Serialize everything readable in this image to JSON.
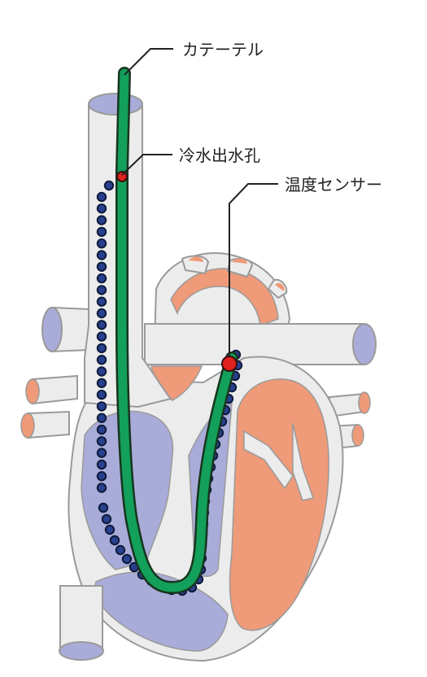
{
  "labels": {
    "catheter": "カテーテル",
    "cold_water_hole": "冷水出水孔",
    "temperature_sensor": "温度センサー"
  },
  "colors": {
    "vessel_wall": "#ececec",
    "outline": "#9a9a9a",
    "venous_blood": "#a9acd9",
    "arterial_muscle": "#ef9a78",
    "catheter": "#13a05a",
    "catheter_outline": "#17351f",
    "flow_dot_fill": "#28408e",
    "flow_dot_outline": "#0e1a38",
    "marker_red": "#e0221f",
    "leader_line": "#222222"
  }
}
